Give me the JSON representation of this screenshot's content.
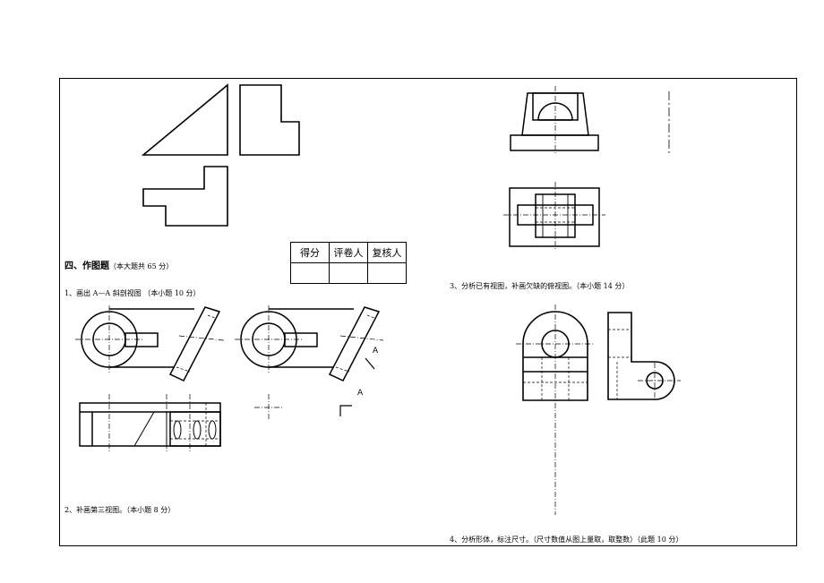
{
  "section": {
    "title": "四、作图题",
    "subtitle": "（本大题共 65 分）"
  },
  "score_table": {
    "headers": [
      "得分",
      "评卷人",
      "复核人"
    ],
    "values": [
      "",
      "",
      ""
    ]
  },
  "questions": {
    "q1": "1、画出 A—A 斜剖视图   （本小题 10 分）",
    "q2": "2、补画第三视图。（本小题 8 分）",
    "q3": "3、分析已有视图，补画欠缺的俯视图。（本小题 14 分）",
    "q4": "4、分析形体，标注尺寸。（尺寸数值从图上量取，取整数）（此题 10 分）"
  },
  "labels": {
    "section_mark_a": "A",
    "section_view_label": "A"
  }
}
